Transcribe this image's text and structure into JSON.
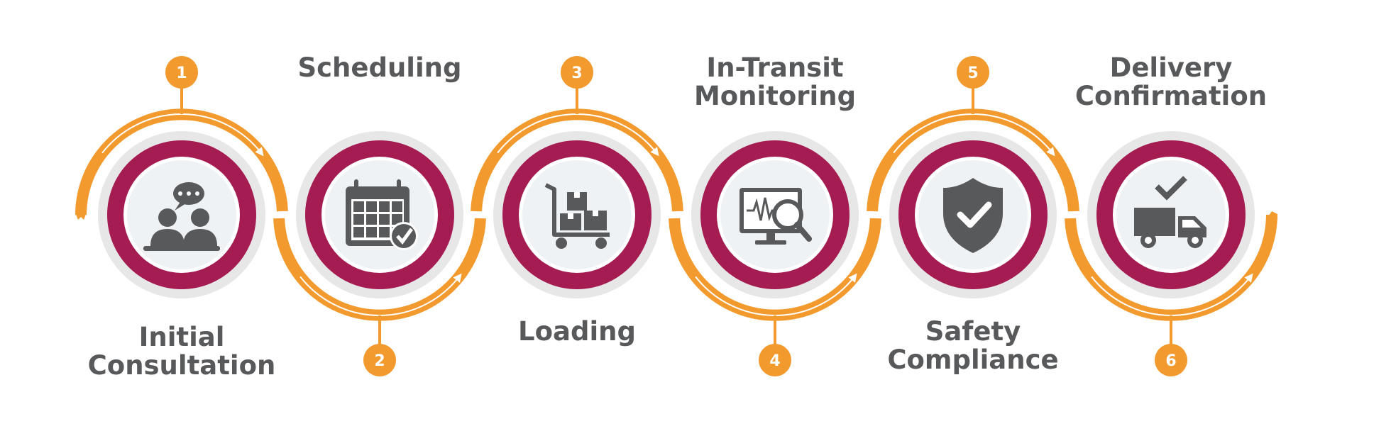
{
  "colors": {
    "orange": "#f29a2e",
    "ring": "#a51c53",
    "halo": "#e7e7e7",
    "inner": "#eef2f5",
    "icon": "#58595b",
    "text": "#58595b"
  },
  "steps": [
    {
      "number": "1",
      "label_lines": [
        "Initial",
        "Consultation"
      ],
      "icon": "consultation-people-icon"
    },
    {
      "number": "2",
      "label_lines": [
        "Scheduling"
      ],
      "icon": "calendar-check-icon"
    },
    {
      "number": "3",
      "label_lines": [
        "Loading"
      ],
      "icon": "hand-truck-boxes-icon"
    },
    {
      "number": "4",
      "label_lines": [
        "In-Transit",
        "Monitoring"
      ],
      "icon": "monitor-magnifier-icon"
    },
    {
      "number": "5",
      "label_lines": [
        "Safety",
        "Compliance"
      ],
      "icon": "shield-check-icon"
    },
    {
      "number": "6",
      "label_lines": [
        "Delivery",
        "Confirmation"
      ],
      "icon": "delivery-truck-check-icon"
    }
  ]
}
